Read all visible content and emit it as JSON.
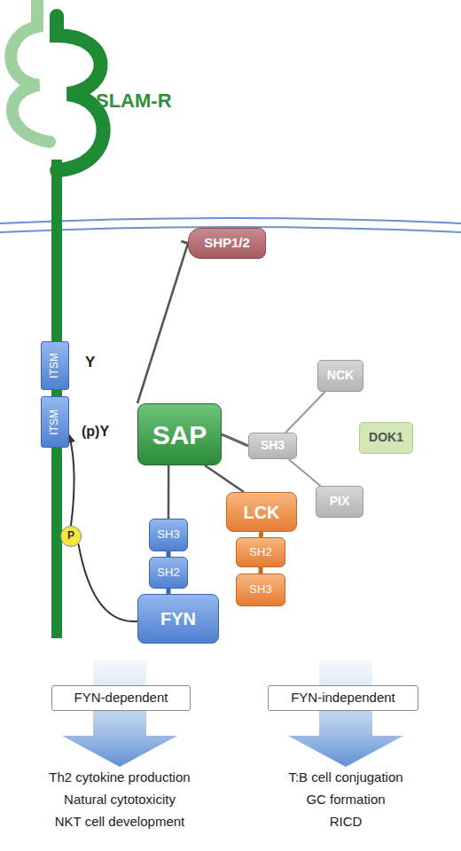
{
  "diagram": {
    "nodes": [
      {
        "text": [
          "SLAM-R"
        ]
      },
      {
        "text": [
          "ITSM"
        ],
        "in": 0
      },
      {
        "text": [
          "ITSM"
        ],
        "in": 0
      },
      {
        "text": [
          "SHP1/2"
        ]
      },
      {
        "text": [
          "SAP"
        ]
      },
      {
        "text": [
          "SH3"
        ]
      },
      {
        "text": [
          "NCK"
        ]
      },
      {
        "text": [
          "DOK1"
        ]
      },
      {
        "text": [
          "PIX"
        ]
      },
      {
        "text": [
          "SH3"
        ]
      },
      {
        "text": [
          "SH2"
        ]
      },
      {
        "text": [
          "FYN"
        ]
      },
      {
        "text": [
          "LCK"
        ]
      },
      {
        "text": [
          "SH2"
        ]
      },
      {
        "text": [
          "SH3"
        ]
      },
      {
        "text": [
          "P"
        ]
      },
      {
        "text": [
          "FYN-dependent"
        ]
      },
      {
        "text": [
          "FYN-independent"
        ]
      }
    ],
    "edges": [
      {
        "from": 4,
        "to": 3,
        "arrow": "to"
      },
      {
        "from": 4,
        "to": 5,
        "arrow": "none"
      },
      {
        "from": 5,
        "to": 6,
        "arrow": "none"
      },
      {
        "from": 5,
        "to": 8,
        "arrow": "none"
      },
      {
        "from": 4,
        "to": 9,
        "arrow": "none"
      },
      {
        "from": 4,
        "to": 12,
        "arrow": "none"
      },
      {
        "from": 9,
        "to": 10,
        "arrow": "none"
      },
      {
        "from": 10,
        "to": 11,
        "arrow": "none"
      },
      {
        "from": 12,
        "to": 13,
        "arrow": "none"
      },
      {
        "from": 13,
        "to": 14,
        "arrow": "none"
      },
      {
        "from": 11,
        "to": 15,
        "arrow": "none"
      },
      {
        "from": 15,
        "to": 2,
        "arrow": "to"
      }
    ],
    "labels": [
      "Y",
      "(p)Y",
      "Th2 cytokine production",
      "Natural cytotoxicity",
      "NKT cell development",
      "T:B cell conjugation",
      "GC formation",
      "RICD"
    ]
  }
}
